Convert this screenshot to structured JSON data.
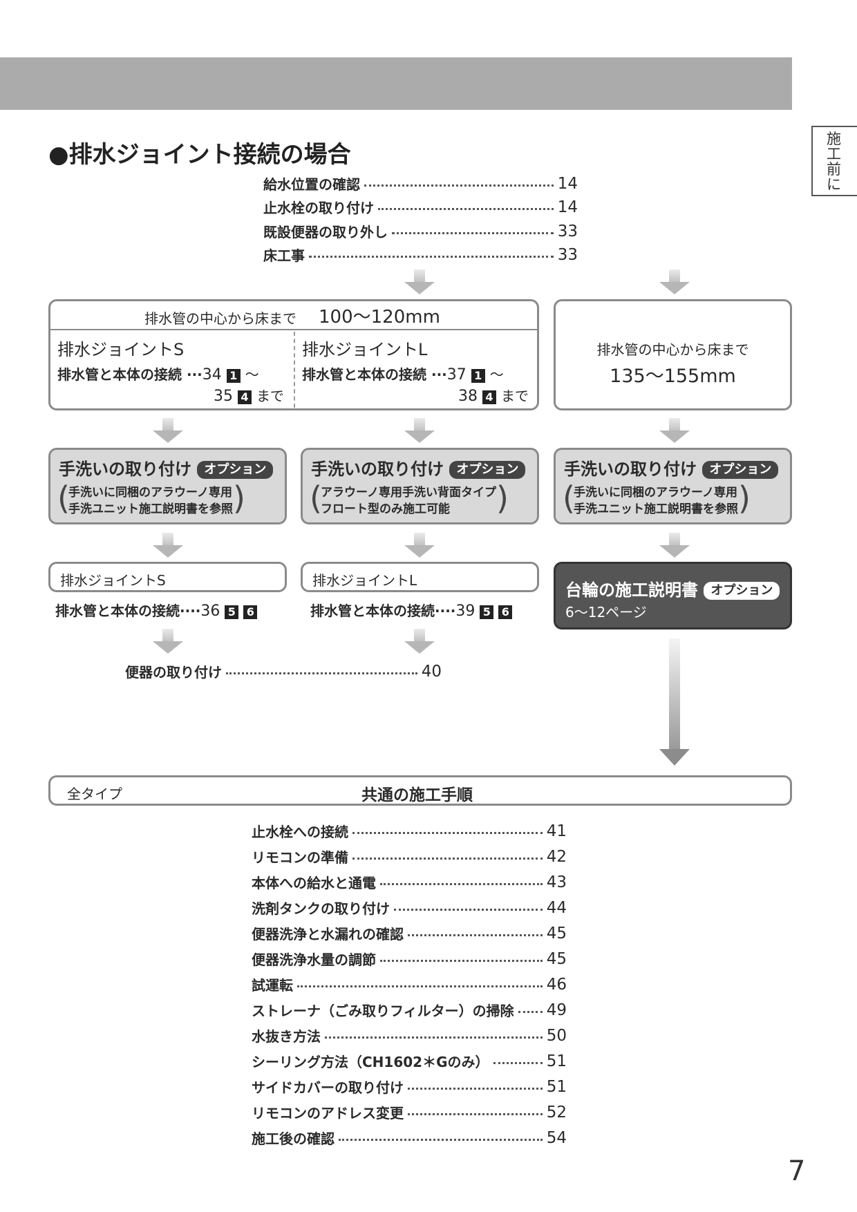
{
  "side_tab": {
    "label": "施工前に"
  },
  "section_title": "●排水ジョイント接続の場合",
  "top_toc": [
    {
      "label": "給水位置の確認",
      "page": "14"
    },
    {
      "label": "止水栓の取り付け",
      "page": "14"
    },
    {
      "label": "既設便器の取り外し",
      "page": "33"
    },
    {
      "label": "床工事",
      "page": "33"
    }
  ],
  "box_100_120": {
    "header_label": "排水管の中心から床まで",
    "header_range": "100～120mm",
    "left": {
      "title": "排水ジョイントS",
      "text": "排水管と本体の接続",
      "page1": "34",
      "num1": "1",
      "tilde": "～",
      "page2": "35",
      "num2": "4",
      "made": "まで"
    },
    "right": {
      "title": "排水ジョイントL",
      "text": "排水管と本体の接続",
      "page1": "37",
      "num1": "1",
      "tilde": "～",
      "page2": "38",
      "num2": "4",
      "made": "まで"
    }
  },
  "box_135_155": {
    "label": "排水管の中心から床まで",
    "range": "135～155mm"
  },
  "handwash": [
    {
      "title": "手洗いの取り付け",
      "badge": "オプション",
      "line1": "手洗いに同梱のアラウーノ専用",
      "line2": "手洗ユニット施工説明書を参照"
    },
    {
      "title": "手洗いの取り付け",
      "badge": "オプション",
      "line1": "アラウーノ専用手洗い背面タイプ",
      "line2": "フロート型のみ施工可能"
    },
    {
      "title": "手洗いの取り付け",
      "badge": "オプション",
      "line1": "手洗いに同梱のアラウーノ専用",
      "line2": "手洗ユニット施工説明書を参照"
    }
  ],
  "joint_s": {
    "title": "排水ジョイントS",
    "text": "排水管と本体の接続",
    "page": "36",
    "num1": "5",
    "num2": "6"
  },
  "joint_l": {
    "title": "排水ジョイントL",
    "text": "排水管と本体の接続",
    "page": "39",
    "num1": "5",
    "num2": "6"
  },
  "stand_manual": {
    "title": "台輪の施工説明書",
    "badge": "オプション",
    "pages": "6～12ページ"
  },
  "toilet_install": {
    "label": "便器の取り付け",
    "page": "40"
  },
  "common_bar": {
    "type_label": "全タイプ",
    "title": "共通の施工手順"
  },
  "bottom_toc": [
    {
      "label": "止水栓への接続",
      "page": "41"
    },
    {
      "label": "リモコンの準備",
      "page": "42"
    },
    {
      "label": "本体への給水と通電",
      "page": "43"
    },
    {
      "label": "洗剤タンクの取り付け",
      "page": "44"
    },
    {
      "label": "便器洗浄と水漏れの確認",
      "page": "45"
    },
    {
      "label": "便器洗浄水量の調節",
      "page": "45"
    },
    {
      "label": "試運転",
      "page": "46"
    },
    {
      "label": "ストレーナ（ごみ取りフィルター）の掃除",
      "page": "49"
    },
    {
      "label": "水抜き方法",
      "page": "50"
    },
    {
      "label": "シーリング方法（CH1602＊Gのみ）",
      "page": "51"
    },
    {
      "label": "サイドカバーの取り付け",
      "page": "51"
    },
    {
      "label": "リモコンのアドレス変更",
      "page": "52"
    },
    {
      "label": "施工後の確認",
      "page": "54"
    }
  ],
  "page_number": "7"
}
